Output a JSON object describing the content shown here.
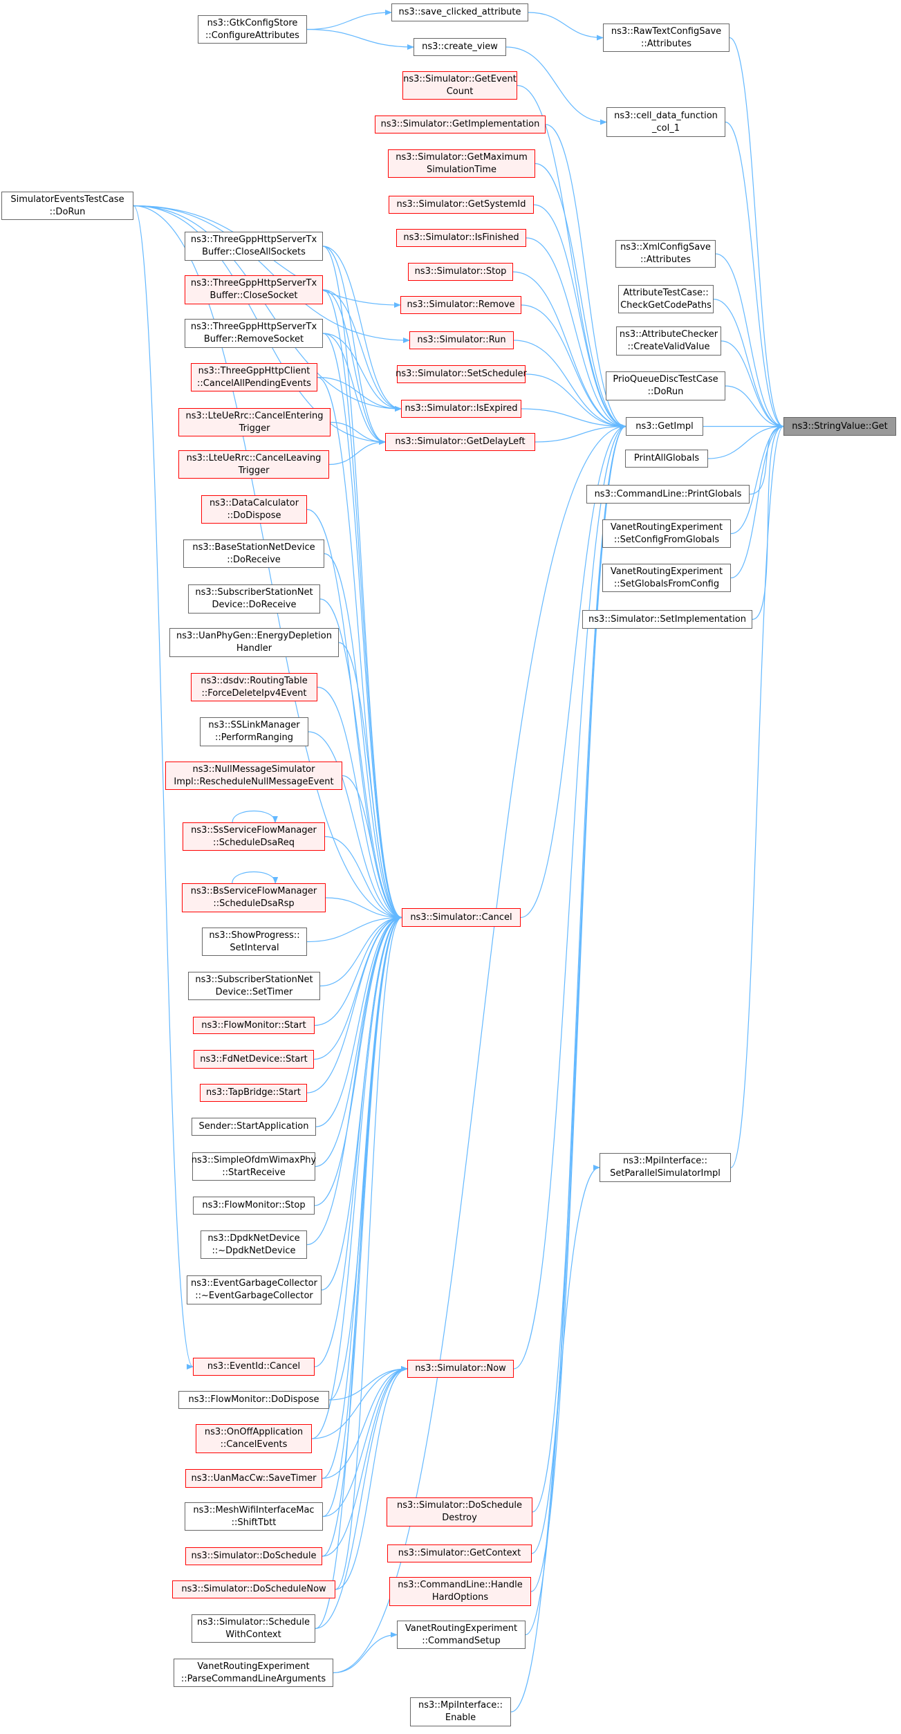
{
  "colors": {
    "edge": "#63b8ff",
    "node_border": "#666666",
    "red_border": "#ff0000",
    "red_fill": "#fff0f0",
    "selected_fill": "#999999"
  },
  "nodes": {
    "StringValueGet": [
      "ns3::StringValue::Get"
    ],
    "GetImpl": [
      "ns3::GetImpl"
    ],
    "RawTextConfigSave": [
      "ns3::RawTextConfigSave",
      "::Attributes"
    ],
    "CellDataFunction": [
      "ns3::cell_data_function",
      "_col_1"
    ],
    "XmlConfigSave": [
      "ns3::XmlConfigSave",
      "::Attributes"
    ],
    "AttributeTestCase": [
      "AttributeTestCase::",
      "CheckGetCodePaths"
    ],
    "AttributeChecker": [
      "ns3::AttributeChecker",
      "::CreateValidValue"
    ],
    "PrioQueueDisc": [
      "PrioQueueDiscTestCase",
      "::DoRun"
    ],
    "PrintAllGlobals": [
      "PrintAllGlobals"
    ],
    "PrintGlobals": [
      "ns3::CommandLine::PrintGlobals"
    ],
    "VanetConfigFromGlobals": [
      "VanetRoutingExperiment",
      "::SetConfigFromGlobals"
    ],
    "VanetGlobalsFromConfig": [
      "VanetRoutingExperiment",
      "::SetGlobalsFromConfig"
    ],
    "SimSetImplementation": [
      "ns3::Simulator::SetImplementation"
    ],
    "MpiSetParallel": [
      "ns3::MpiInterface::",
      "SetParallelSimulatorImpl"
    ],
    "MpiEnable": [
      "ns3::MpiInterface::",
      "Enable"
    ],
    "SaveClicked": [
      "ns3::save_clicked_attribute"
    ],
    "CreateView": [
      "ns3::create_view"
    ],
    "GtkConfigStore": [
      "ns3::GtkConfigStore",
      "::ConfigureAttributes"
    ],
    "SimGetEventCount": [
      "ns3::Simulator::GetEvent",
      "Count"
    ],
    "SimGetImplementation": [
      "ns3::Simulator::GetImplementation"
    ],
    "SimGetMaxTime": [
      "ns3::Simulator::GetMaximum",
      "SimulationTime"
    ],
    "SimGetSystemId": [
      "ns3::Simulator::GetSystemId"
    ],
    "SimIsFinished": [
      "ns3::Simulator::IsFinished"
    ],
    "SimStop": [
      "ns3::Simulator::Stop"
    ],
    "SimRemove": [
      "ns3::Simulator::Remove"
    ],
    "SimRun": [
      "ns3::Simulator::Run"
    ],
    "SimSetScheduler": [
      "ns3::Simulator::SetScheduler"
    ],
    "SimIsExpired": [
      "ns3::Simulator::IsExpired"
    ],
    "SimGetDelayLeft": [
      "ns3::Simulator::GetDelayLeft"
    ],
    "SimCancel": [
      "ns3::Simulator::Cancel"
    ],
    "SimNow": [
      "ns3::Simulator::Now"
    ],
    "SimDoScheduleDestroy": [
      "ns3::Simulator::DoSchedule",
      "Destroy"
    ],
    "SimGetContext": [
      "ns3::Simulator::GetContext"
    ],
    "CmdHandleHard": [
      "ns3::CommandLine::Handle",
      "HardOptions"
    ],
    "VanetCommandSetup": [
      "VanetRoutingExperiment",
      "::CommandSetup"
    ],
    "SimEventsTestCase": [
      "SimulatorEventsTestCase",
      "::DoRun"
    ],
    "TGppCloseAll": [
      "ns3::ThreeGppHttpServerTx",
      "Buffer::CloseAllSockets"
    ],
    "TGppCloseSocket": [
      "ns3::ThreeGppHttpServerTx",
      "Buffer::CloseSocket"
    ],
    "TGppRemoveSocket": [
      "ns3::ThreeGppHttpServerTx",
      "Buffer::RemoveSocket"
    ],
    "TGppClientCancel": [
      "ns3::ThreeGppHttpClient",
      "::CancelAllPendingEvents"
    ],
    "LteCancelEntering": [
      "ns3::LteUeRrc::CancelEntering",
      "Trigger"
    ],
    "LteCancelLeaving": [
      "ns3::LteUeRrc::CancelLeaving",
      "Trigger"
    ],
    "DataCalcDispose": [
      "ns3::DataCalculator",
      "::DoDispose"
    ],
    "BaseStationReceive": [
      "ns3::BaseStationNetDevice",
      "::DoReceive"
    ],
    "SubscriberReceive": [
      "ns3::SubscriberStationNet",
      "Device::DoReceive"
    ],
    "UanEnergyDepletion": [
      "ns3::UanPhyGen::EnergyDepletion",
      "Handler"
    ],
    "DsdvForceDelete": [
      "ns3::dsdv::RoutingTable",
      "::ForceDeleteIpv4Event"
    ],
    "SSLinkRanging": [
      "ns3::SSLinkManager",
      "::PerformRanging"
    ],
    "NullMsgReschedule": [
      "ns3::NullMessageSimulator",
      "Impl::RescheduleNullMessageEvent"
    ],
    "SsScheduleDsaReq": [
      "ns3::SsServiceFlowManager",
      "::ScheduleDsaReq"
    ],
    "BsScheduleDsaRsp": [
      "ns3::BsServiceFlowManager",
      "::ScheduleDsaRsp"
    ],
    "ShowProgressInterval": [
      "ns3::ShowProgress::",
      "SetInterval"
    ],
    "SubscriberSetTimer": [
      "ns3::SubscriberStationNet",
      "Device::SetTimer"
    ],
    "FlowMonitorStart": [
      "ns3::FlowMonitor::Start"
    ],
    "FdNetDeviceStart": [
      "ns3::FdNetDevice::Start"
    ],
    "TapBridgeStart": [
      "ns3::TapBridge::Start"
    ],
    "SenderStartApp": [
      "Sender::StartApplication"
    ],
    "OfdmStartReceive": [
      "ns3::SimpleOfdmWimaxPhy",
      "::StartReceive"
    ],
    "FlowMonitorStop": [
      "ns3::FlowMonitor::Stop"
    ],
    "DpdkDestructor": [
      "ns3::DpdkNetDevice",
      "::~DpdkNetDevice"
    ],
    "EventGCDestructor": [
      "ns3::EventGarbageCollector",
      "::~EventGarbageCollector"
    ],
    "EventIdCancel": [
      "ns3::EventId::Cancel"
    ],
    "FlowMonitorDispose": [
      "ns3::FlowMonitor::DoDispose"
    ],
    "OnOffCancel": [
      "ns3::OnOffApplication",
      "::CancelEvents"
    ],
    "UanSaveTimer": [
      "ns3::UanMacCw::SaveTimer"
    ],
    "MeshShiftTbtt": [
      "ns3::MeshWifiInterfaceMac",
      "::ShiftTbtt"
    ],
    "SimDoSchedule": [
      "ns3::Simulator::DoSchedule"
    ],
    "SimDoScheduleNow": [
      "ns3::Simulator::DoScheduleNow"
    ],
    "SimScheduleWithContext": [
      "ns3::Simulator::Schedule",
      "WithContext"
    ],
    "VanetParseArgs": [
      "VanetRoutingExperiment",
      "::ParseCommandLineArguments"
    ]
  }
}
